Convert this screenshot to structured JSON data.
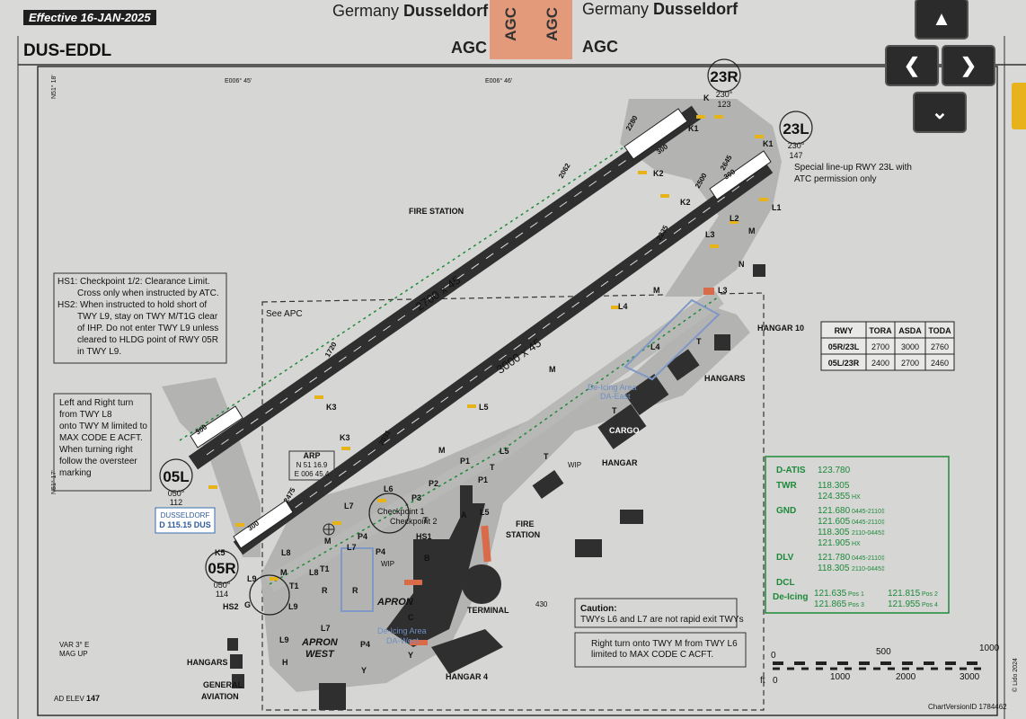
{
  "header": {
    "effective": "Effective 16-JAN-2025",
    "country_left": "Germany",
    "city_left": "Dusseldorf",
    "country_right": "Germany",
    "city_right": "Dusseldorf",
    "agc_left": "AGC",
    "agc_right": "AGC",
    "agc_tab_1": "AGC",
    "agc_tab_2": "AGC",
    "icao": "DUS-EDDL"
  },
  "nav": {
    "up": "▲",
    "left": "❮",
    "right": "❯",
    "down": "⌄"
  },
  "coords": {
    "lon1": "E006° 45'",
    "lon2": "E006° 46'",
    "lat1": "N51° 18'",
    "lat2": "N51° 17'"
  },
  "runways": {
    "r23r": "23R",
    "r23r_hdg": "230°",
    "r23r_elev": "123",
    "r23l": "23L",
    "r23l_hdg": "230°",
    "r23l_elev": "147",
    "r05l": "05L",
    "r05l_hdg": "050°",
    "r05l_elev": "112",
    "r05r": "05R",
    "r05r_hdg": "050°",
    "r05r_elev": "114",
    "dim_north": "2700 x 45",
    "dim_south": "3000 x 45"
  },
  "notes": {
    "special_1": "Special line-up RWY 23L with",
    "special_2": "ATC permission only",
    "hs1_1": "HS1: Checkpoint 1/2: Clearance Limit.",
    "hs1_2": "Cross only when instructed by ATC.",
    "hs2_1": "HS2: When instructed to hold short of",
    "hs2_2": "TWY L9, stay on TWY M/T1G clear",
    "hs2_3": "of IHP. Do not enter TWY L9 unless",
    "hs2_4": "cleared to HLDG point of RWY 05R",
    "hs2_5": "in TWY L9.",
    "turn_1": "Left and Right turn",
    "turn_2": "from TWY L8",
    "turn_3": "onto TWY M limited to",
    "turn_4": "MAX CODE E ACFT.",
    "turn_5": "When turning right",
    "turn_6": "follow the oversteer",
    "turn_7": "marking",
    "caution_title": "Caution:",
    "caution_text": "TWYs L6 and L7 are not rapid exit TWYs",
    "right_1": "Right turn onto TWY M from TWY L6",
    "right_2": "limited to MAX CODE C ACFT.",
    "see_apc": "See APC",
    "var_1": "VAR 3° E",
    "var_2": "MAG UP",
    "ad_elev": "AD ELEV",
    "ad_elev_val": "147",
    "version": "ChartVersionID 1784462",
    "copyright": "© Lido 2024"
  },
  "arp": {
    "label": "ARP",
    "lat": "N 51 16.9",
    "lon": "E 006 45.4"
  },
  "vor": {
    "name": "DUSSELDORF",
    "freq": "D 115.15 DUS"
  },
  "declared": {
    "headers": [
      "RWY",
      "TORA",
      "ASDA",
      "TODA"
    ],
    "rows": [
      [
        "05R/23L",
        "2700",
        "3000",
        "2760"
      ],
      [
        "05L/23R",
        "2400",
        "2700",
        "2460"
      ]
    ]
  },
  "freqs": {
    "atis_label": "D-ATIS",
    "atis": "123.780",
    "twr_label": "TWR",
    "twr_1": "118.305",
    "twr_2": "124.355",
    "twr_2_suffix": "HX",
    "gnd_label": "GND",
    "gnd_1": "121.680",
    "gnd_1_t": "0445-2110‡",
    "gnd_2": "121.605",
    "gnd_2_t": "0445-2110‡",
    "gnd_3": "118.305",
    "gnd_3_t": "2110-0445‡",
    "gnd_4": "121.905",
    "gnd_4_t": "HX",
    "dlv_label": "DLV",
    "dlv_1": "121.780",
    "dlv_1_t": "0445-2110‡",
    "dlv_2": "118.305",
    "dlv_2_t": "2110-0445‡",
    "dcl_label": "DCL",
    "deice_label": "De-Icing",
    "deice_1": "121.635",
    "deice_1_t": "Pos 1",
    "deice_2": "121.865",
    "deice_2_t": "Pos 3",
    "deice_3": "121.815",
    "deice_3_t": "Pos 2",
    "deice_4": "121.955",
    "deice_4_t": "Pos 4"
  },
  "scale": {
    "m0": "0",
    "m500": "500",
    "m1000": "1000",
    "ft_label": "ft",
    "f0": "0",
    "f1000": "1000",
    "f2000": "2000",
    "f3000": "3000"
  },
  "areas": {
    "fire_station_n": "FIRE STATION",
    "fire_station_s1": "FIRE",
    "fire_station_s2": "STATION",
    "hangar10": "HANGAR 10",
    "hangars_e": "HANGARS",
    "cargo": "CARGO",
    "hangar": "HANGAR",
    "wip": "WIP",
    "apron": "APRON",
    "apron_west_1": "APRON",
    "apron_west_2": "WEST",
    "terminal": "TERMINAL",
    "hangar4": "HANGAR 4",
    "hangars_w": "HANGARS",
    "ga_1": "GENERAL",
    "ga_2": "AVIATION",
    "deice_east_1": "De-Icing Area",
    "deice_east_2": "DA-East",
    "deice_west_1": "De-Icing Area",
    "deice_west_2": "DA-West",
    "cp1": "Checkpoint 1",
    "cp2": "Checkpoint 2",
    "hs1": "HS1",
    "hs2": "HS2",
    "elev430": "430"
  },
  "twys": {
    "K": "K",
    "K1": "K1",
    "K2": "K2",
    "K3": "K3",
    "K5": "K5",
    "L1": "L1",
    "L2": "L2",
    "L3": "L3",
    "L4": "L4",
    "L5": "L5",
    "L6": "L6",
    "L7": "L7",
    "L8": "L8",
    "L9": "L9",
    "M": "M",
    "N": "N",
    "P1": "P1",
    "P2": "P2",
    "P3": "P3",
    "P4": "P4",
    "R": "R",
    "T": "T",
    "T1": "T1",
    "A": "A",
    "B": "B",
    "C": "C",
    "G": "G",
    "H": "H",
    "Y": "Y",
    "d2280": "2280",
    "d2062": "2062",
    "d2645": "2645",
    "d2500": "2500",
    "d2235": "2235",
    "d1720": "1720",
    "d2031": "2031",
    "d2475": "2475",
    "b300a": "300",
    "b300b": "300",
    "b300c": "300",
    "b300d": "300"
  }
}
